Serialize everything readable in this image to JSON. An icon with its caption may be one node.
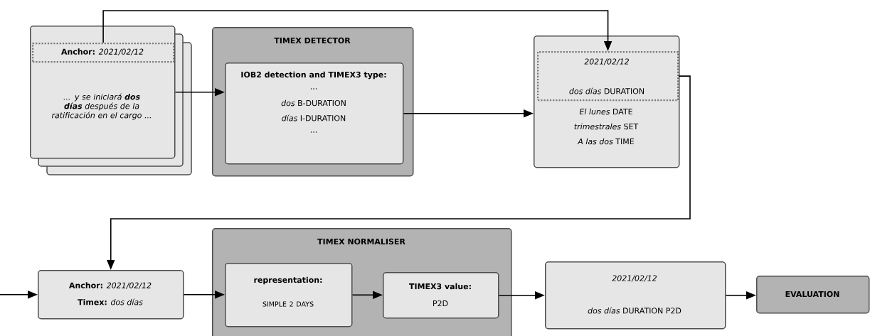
{
  "diagram": {
    "nodes": [
      {
        "text": [
          "... y se iniciará **dos días** después de la ratificación en el cargo ..."
        ]
      },
      {
        "text": [
          "**Anchor:** *2021/02/12*"
        ],
        "in": 0
      },
      {
        "text": [
          "TIMEX DETECTOR"
        ]
      },
      {
        "text": [
          "IOB2 detection and TIMEX3 type:",
          "...",
          "*dos* B-DURATION",
          "*días* I-DURATION",
          "..."
        ],
        "in": 2
      },
      {
        "text": [
          "*El lunes* DATE",
          "*trimestrales* SET",
          "*A las dos* TIME"
        ]
      },
      {
        "text": [
          "2021/02/12",
          "*dos días* DURATION"
        ],
        "in": 4
      },
      {
        "text": [
          "**Anchor:** *2021/02/12*",
          "**Timex:** *dos días*"
        ]
      },
      {
        "text": [
          "TIMEX NORMALISER"
        ]
      },
      {
        "text": [
          "representation:",
          "SIMPLE 2 DAYS"
        ],
        "in": 7
      },
      {
        "text": [
          "TIMEX3 value:",
          "P2D"
        ],
        "in": 7
      },
      {
        "text": [
          "2021/02/12",
          "*dos días* DURATION P2D"
        ]
      },
      {
        "text": [
          "EVALUATION"
        ]
      }
    ],
    "edges": [
      {
        "from": null,
        "to": 6,
        "arrow": "to"
      },
      {
        "from": 0,
        "to": 3,
        "arrow": "to"
      },
      {
        "from": 3,
        "to": 4,
        "arrow": "to"
      },
      {
        "from": 1,
        "to": 5,
        "arrow": "to"
      },
      {
        "from": 5,
        "to": 6,
        "arrow": "to"
      },
      {
        "from": 6,
        "to": 8,
        "arrow": "to"
      },
      {
        "from": 8,
        "to": 9,
        "arrow": "to"
      },
      {
        "from": 9,
        "to": 10,
        "arrow": "to"
      },
      {
        "from": 10,
        "to": 11,
        "arrow": "to"
      }
    ]
  }
}
